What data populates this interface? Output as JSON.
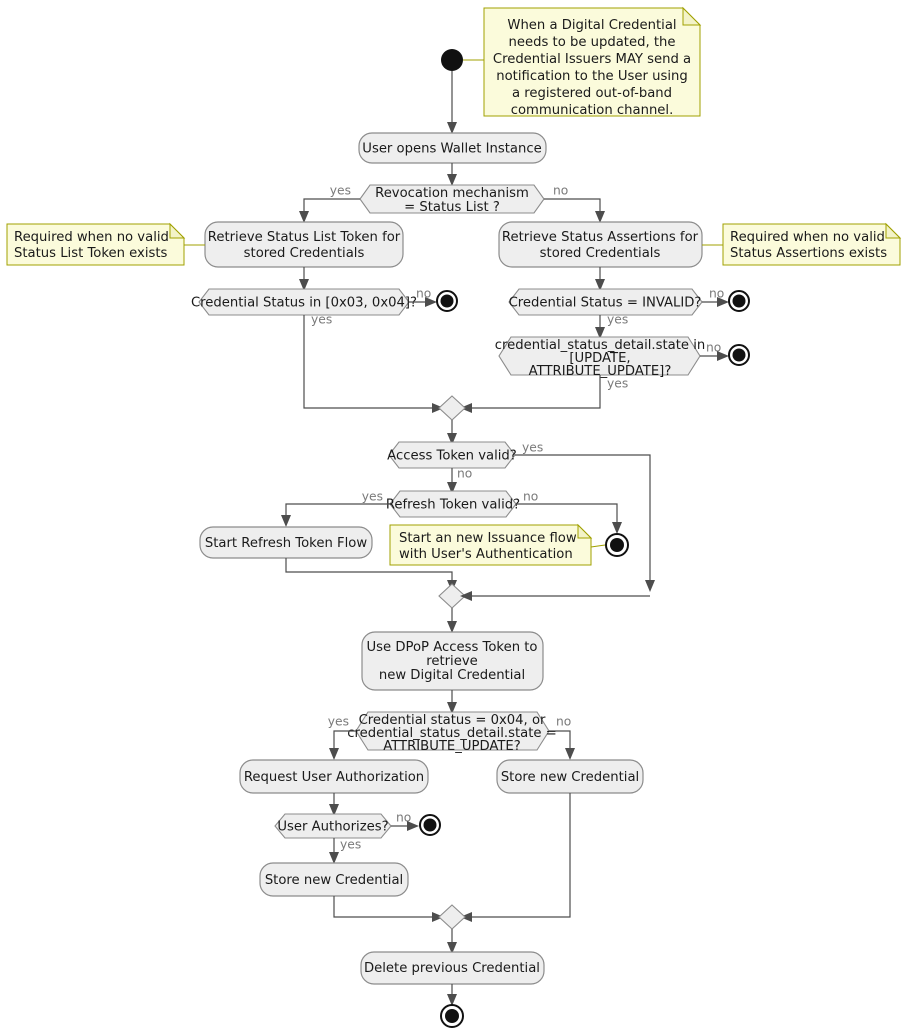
{
  "diagram": {
    "type": "uml-activity-diagram",
    "title": "Digital Credential update flow",
    "colors": {
      "activity_fill": "#eeeeee",
      "activity_stroke": "#8c8c8c",
      "note_fill": "#fbfbdb",
      "note_stroke": "#a0a000",
      "edge": "#4d4d4d",
      "guard_text": "#7a7a7a",
      "node_text": "#1a1a1a",
      "background": "#ffffff"
    },
    "nodes": {
      "start": {
        "kind": "initial-node"
      },
      "a_open_wallet": {
        "kind": "activity",
        "label": "User opens Wallet Instance"
      },
      "d_revocation": {
        "kind": "decision",
        "line1": "Revocation mechanism",
        "line2": "= Status List ?",
        "guard_yes": "yes",
        "guard_no": "no"
      },
      "a_retrieve_status_list": {
        "kind": "activity",
        "line1": "Retrieve Status List Token for",
        "line2": "stored Credentials"
      },
      "a_retrieve_status_assertions": {
        "kind": "activity",
        "line1": "Retrieve Status Assertions for",
        "line2": "stored Credentials"
      },
      "n_note_status_list": {
        "kind": "note",
        "line1": "Required when no valid",
        "line2": "Status List Token exists"
      },
      "n_note_status_assertions": {
        "kind": "note",
        "line1": "Required when no valid",
        "line2": "Status Assertions exists"
      },
      "d_credential_status_list": {
        "kind": "decision",
        "label": "Credential Status in [0x03, 0x04]?",
        "guard_yes": "yes",
        "guard_no": "no"
      },
      "d_credential_status_invalid": {
        "kind": "decision",
        "label": "Credential Status = INVALID?",
        "guard_yes": "yes",
        "guard_no": "no"
      },
      "d_status_detail_state": {
        "kind": "decision",
        "line1": "credential_status_detail.state in",
        "line2": "[UPDATE,",
        "line3": "ATTRIBUTE_UPDATE]?",
        "guard_yes": "yes",
        "guard_no": "no"
      },
      "d_access_token": {
        "kind": "decision",
        "label": "Access Token valid?",
        "guard_yes": "yes",
        "guard_no": "no"
      },
      "d_refresh_token": {
        "kind": "decision",
        "label": "Refresh Token valid?",
        "guard_yes": "yes",
        "guard_no": "no"
      },
      "a_start_refresh_flow": {
        "kind": "activity",
        "label": "Start Refresh Token Flow"
      },
      "n_note_issuance": {
        "kind": "note",
        "line1": "Start an new Issuance flow",
        "line2": "with User's Authentication"
      },
      "a_use_dpop": {
        "kind": "activity",
        "line1": "Use DPoP Access Token to",
        "line2": "retrieve",
        "line3": "new Digital Credential"
      },
      "d_credential_status_update": {
        "kind": "decision",
        "line1": "Credential status = 0x04, or",
        "line2": "credential_status_detail.state =",
        "line3": "ATTRIBUTE_UPDATE?",
        "guard_yes": "yes",
        "guard_no": "no"
      },
      "a_request_user_auth": {
        "kind": "activity",
        "label": "Request User Authorization"
      },
      "d_user_authorizes": {
        "kind": "decision",
        "label": "User Authorizes?",
        "guard_yes": "yes",
        "guard_no": "no"
      },
      "a_store_new_credential_left": {
        "kind": "activity",
        "label": "Store new Credential"
      },
      "a_store_new_credential_right": {
        "kind": "activity",
        "label": "Store new Credential"
      },
      "a_delete_previous": {
        "kind": "activity",
        "label": "Delete previous Credential"
      },
      "n_note_top": {
        "kind": "note",
        "line1": "When a Digital Credential",
        "line2": "needs to be updated, the",
        "line3": "Credential Issuers MAY send a",
        "line4": "notification to the User using",
        "line5": "a registered out-of-band",
        "line6": "communication channel."
      },
      "end_status_list": {
        "kind": "final-node"
      },
      "end_status_invalid": {
        "kind": "final-node"
      },
      "end_status_detail": {
        "kind": "final-node"
      },
      "end_issuance": {
        "kind": "final-node"
      },
      "end_user_denies": {
        "kind": "final-node"
      },
      "end_final": {
        "kind": "final-node"
      }
    }
  }
}
